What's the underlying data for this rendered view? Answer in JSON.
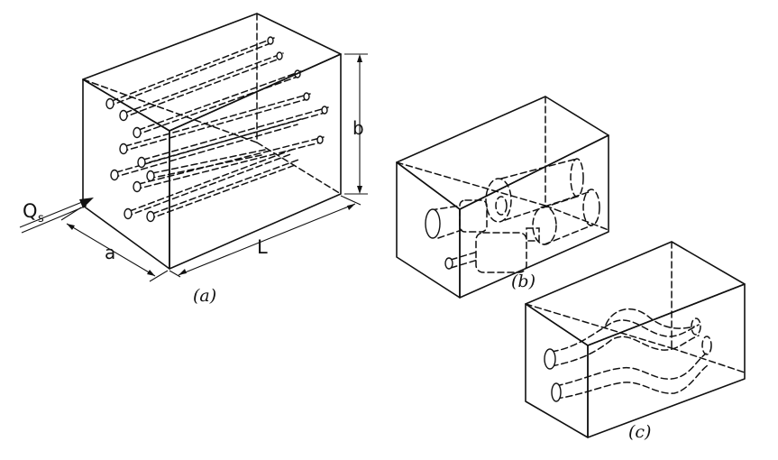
{
  "labels": {
    "flow": "Q",
    "flow_sub": "s",
    "width": "a",
    "height": "b",
    "length": "L"
  },
  "captions": {
    "a": "(a)",
    "b": "(b)",
    "c": "(c)"
  }
}
